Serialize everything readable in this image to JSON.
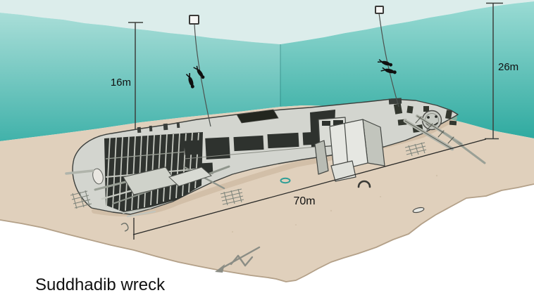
{
  "title": "Suddhadib wreck",
  "measurements": {
    "depth_shallow": "16m",
    "depth_deep": "26m",
    "wreck_length": "70m"
  },
  "icons": {
    "mooring_buoy": "small white square buoy at surface",
    "divers": "pairs of black diver silhouettes descending shot lines",
    "north_arrow": "perspective N with arrow pointing lower-left",
    "smiley_feature": "round bow fitting resembling a smiley face"
  },
  "colors": {
    "above_water": "#dcedeb",
    "water_left_top": "#a9ded8",
    "water_left_bottom": "#41b2aa",
    "water_right_top": "#9adbd4",
    "water_right_bottom": "#2faaa0",
    "sand": "#e0d0bc",
    "sand_edge": "#b3a088",
    "hull_light": "#d3d5cf",
    "hull_dark": "#2f332f",
    "line_color": "#222222"
  }
}
